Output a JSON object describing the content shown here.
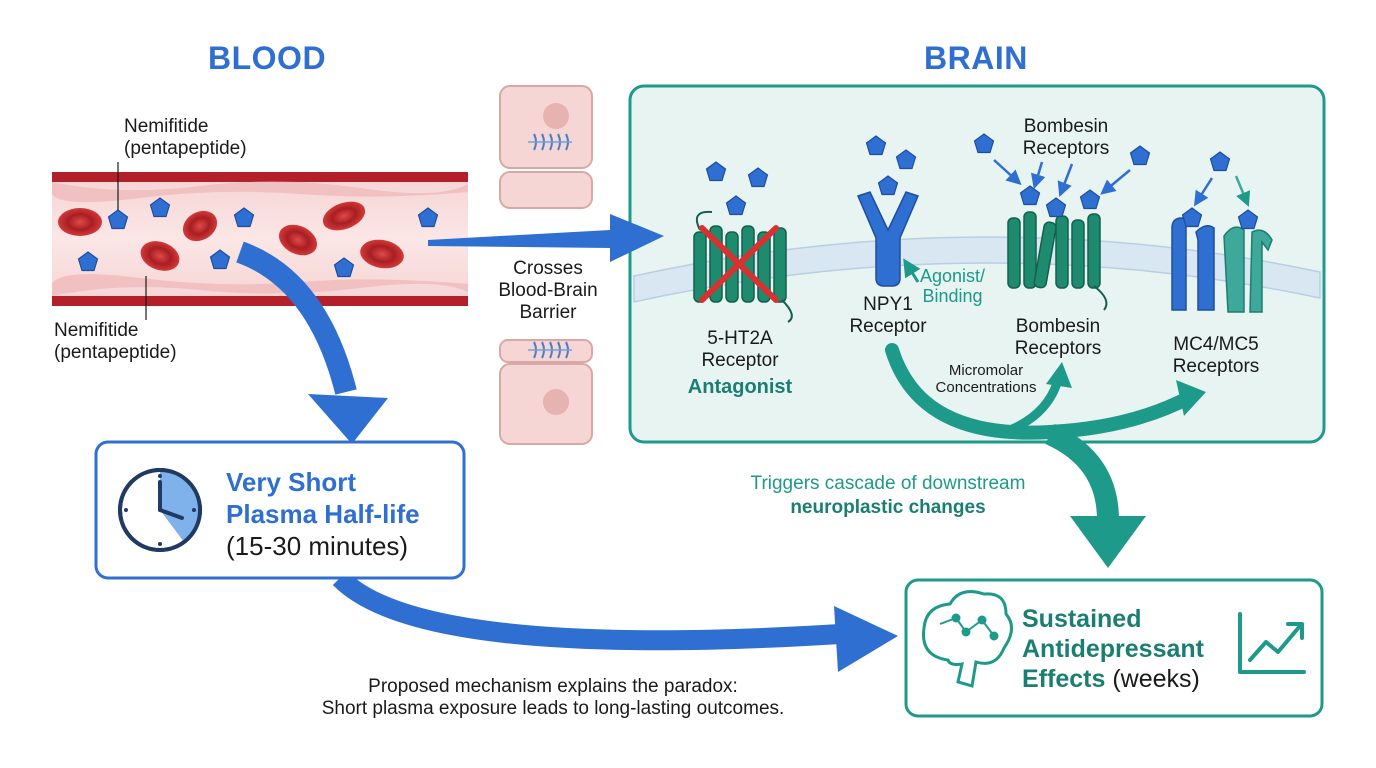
{
  "headers": {
    "blood": "BLOOD",
    "brain": "BRAIN"
  },
  "blood_vessel": {
    "label_top": [
      "Nemifitide",
      "(pentapeptide)"
    ],
    "label_bottom": [
      "Nemifitide",
      "(pentapeptide)"
    ]
  },
  "bbb": {
    "label": [
      "Crosses",
      "Blood-Brain",
      "Barrier"
    ]
  },
  "receptors": {
    "ht2a": {
      "name": [
        "5-HT2A",
        "Receptor"
      ],
      "role": "Antagonist"
    },
    "npy1": {
      "name": [
        "NPY1",
        "Receptor"
      ],
      "role": [
        "Agonist/",
        "Binding"
      ]
    },
    "bombesin": {
      "top_label": [
        "Bombesin",
        "Receptors"
      ],
      "name": [
        "Bombesin",
        "Receptors"
      ]
    },
    "mc": {
      "name": [
        "MC4/MC5",
        "Receptors"
      ]
    },
    "micromolar": [
      "Micromolar",
      "Concentrations"
    ]
  },
  "half_life": {
    "line1": "Very Short",
    "line2": "Plasma Half-life",
    "line3": "(15-30 minutes)"
  },
  "cascade": {
    "line1": "Triggers cascade of downstream",
    "line2": "neuroplastic changes"
  },
  "effects": {
    "line1": "Sustained",
    "line2": "Antidepressant",
    "line3_bold": "Effects",
    "line3_rest": "(weeks)"
  },
  "footer": {
    "line1": "Proposed mechanism explains the paradox:",
    "line2": "Short plasma exposure leads to long-lasting outcomes."
  },
  "colors": {
    "blue": "#2f6fd1",
    "teal": "#1e9a8a",
    "vessel_red": "#b3202a",
    "rbc": "#c92a2a",
    "brain_fill": "#e8f4f2"
  }
}
